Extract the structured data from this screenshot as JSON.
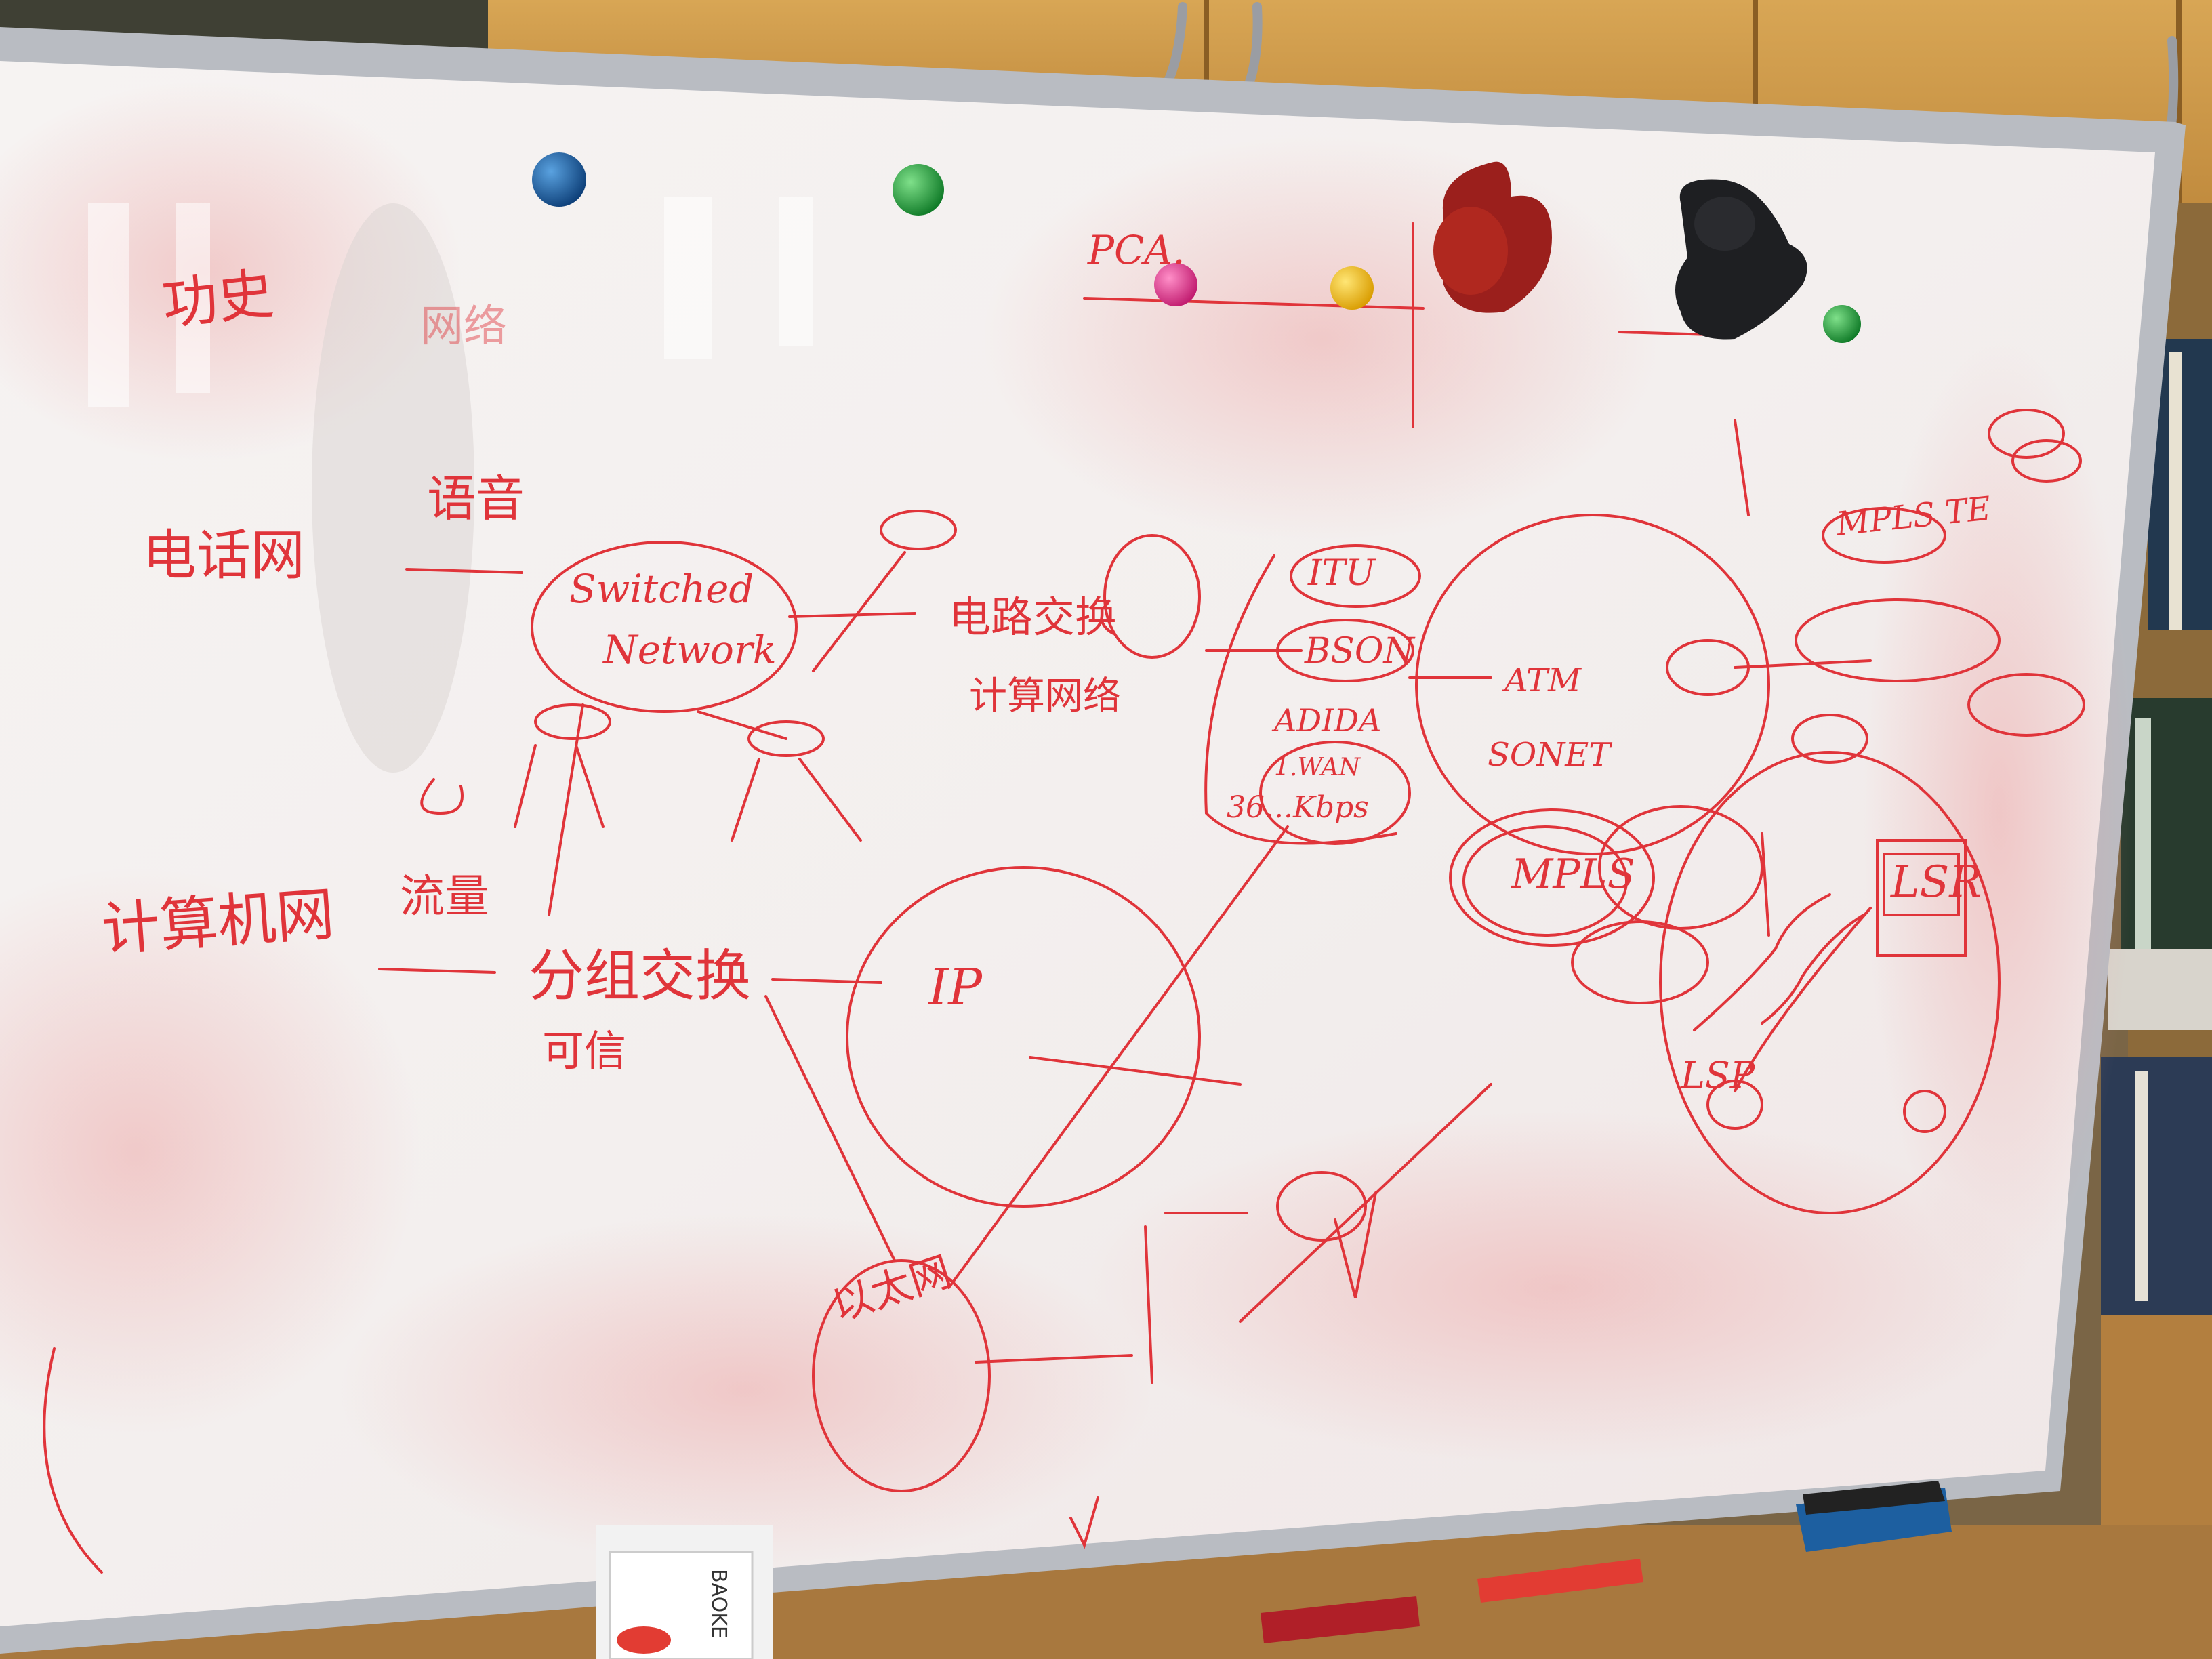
{
  "whiteboard": {
    "ink_color": "#e0343a",
    "board_color": "#f4f1ef",
    "frame_color": "#b9bcc2",
    "annotations": [
      "功史",
      "网络",
      "电话网",
      "语音",
      "Switched",
      "Network",
      "电路交换",
      "计算网络",
      "计算机网",
      "流量",
      "分组交换",
      "可信",
      "IP",
      "以太网",
      "PCA.",
      "ITU",
      "BSON",
      "ADIDA",
      "1.WAN",
      "36...Kbps",
      "ATM",
      "SONET",
      "MPLS",
      "MPLS TE",
      "LSR",
      "LSP"
    ],
    "magnets": [
      "blue",
      "green",
      "pink",
      "yellow",
      "red-hand",
      "black-hand",
      "green"
    ],
    "brand_label": "BAOKE"
  }
}
